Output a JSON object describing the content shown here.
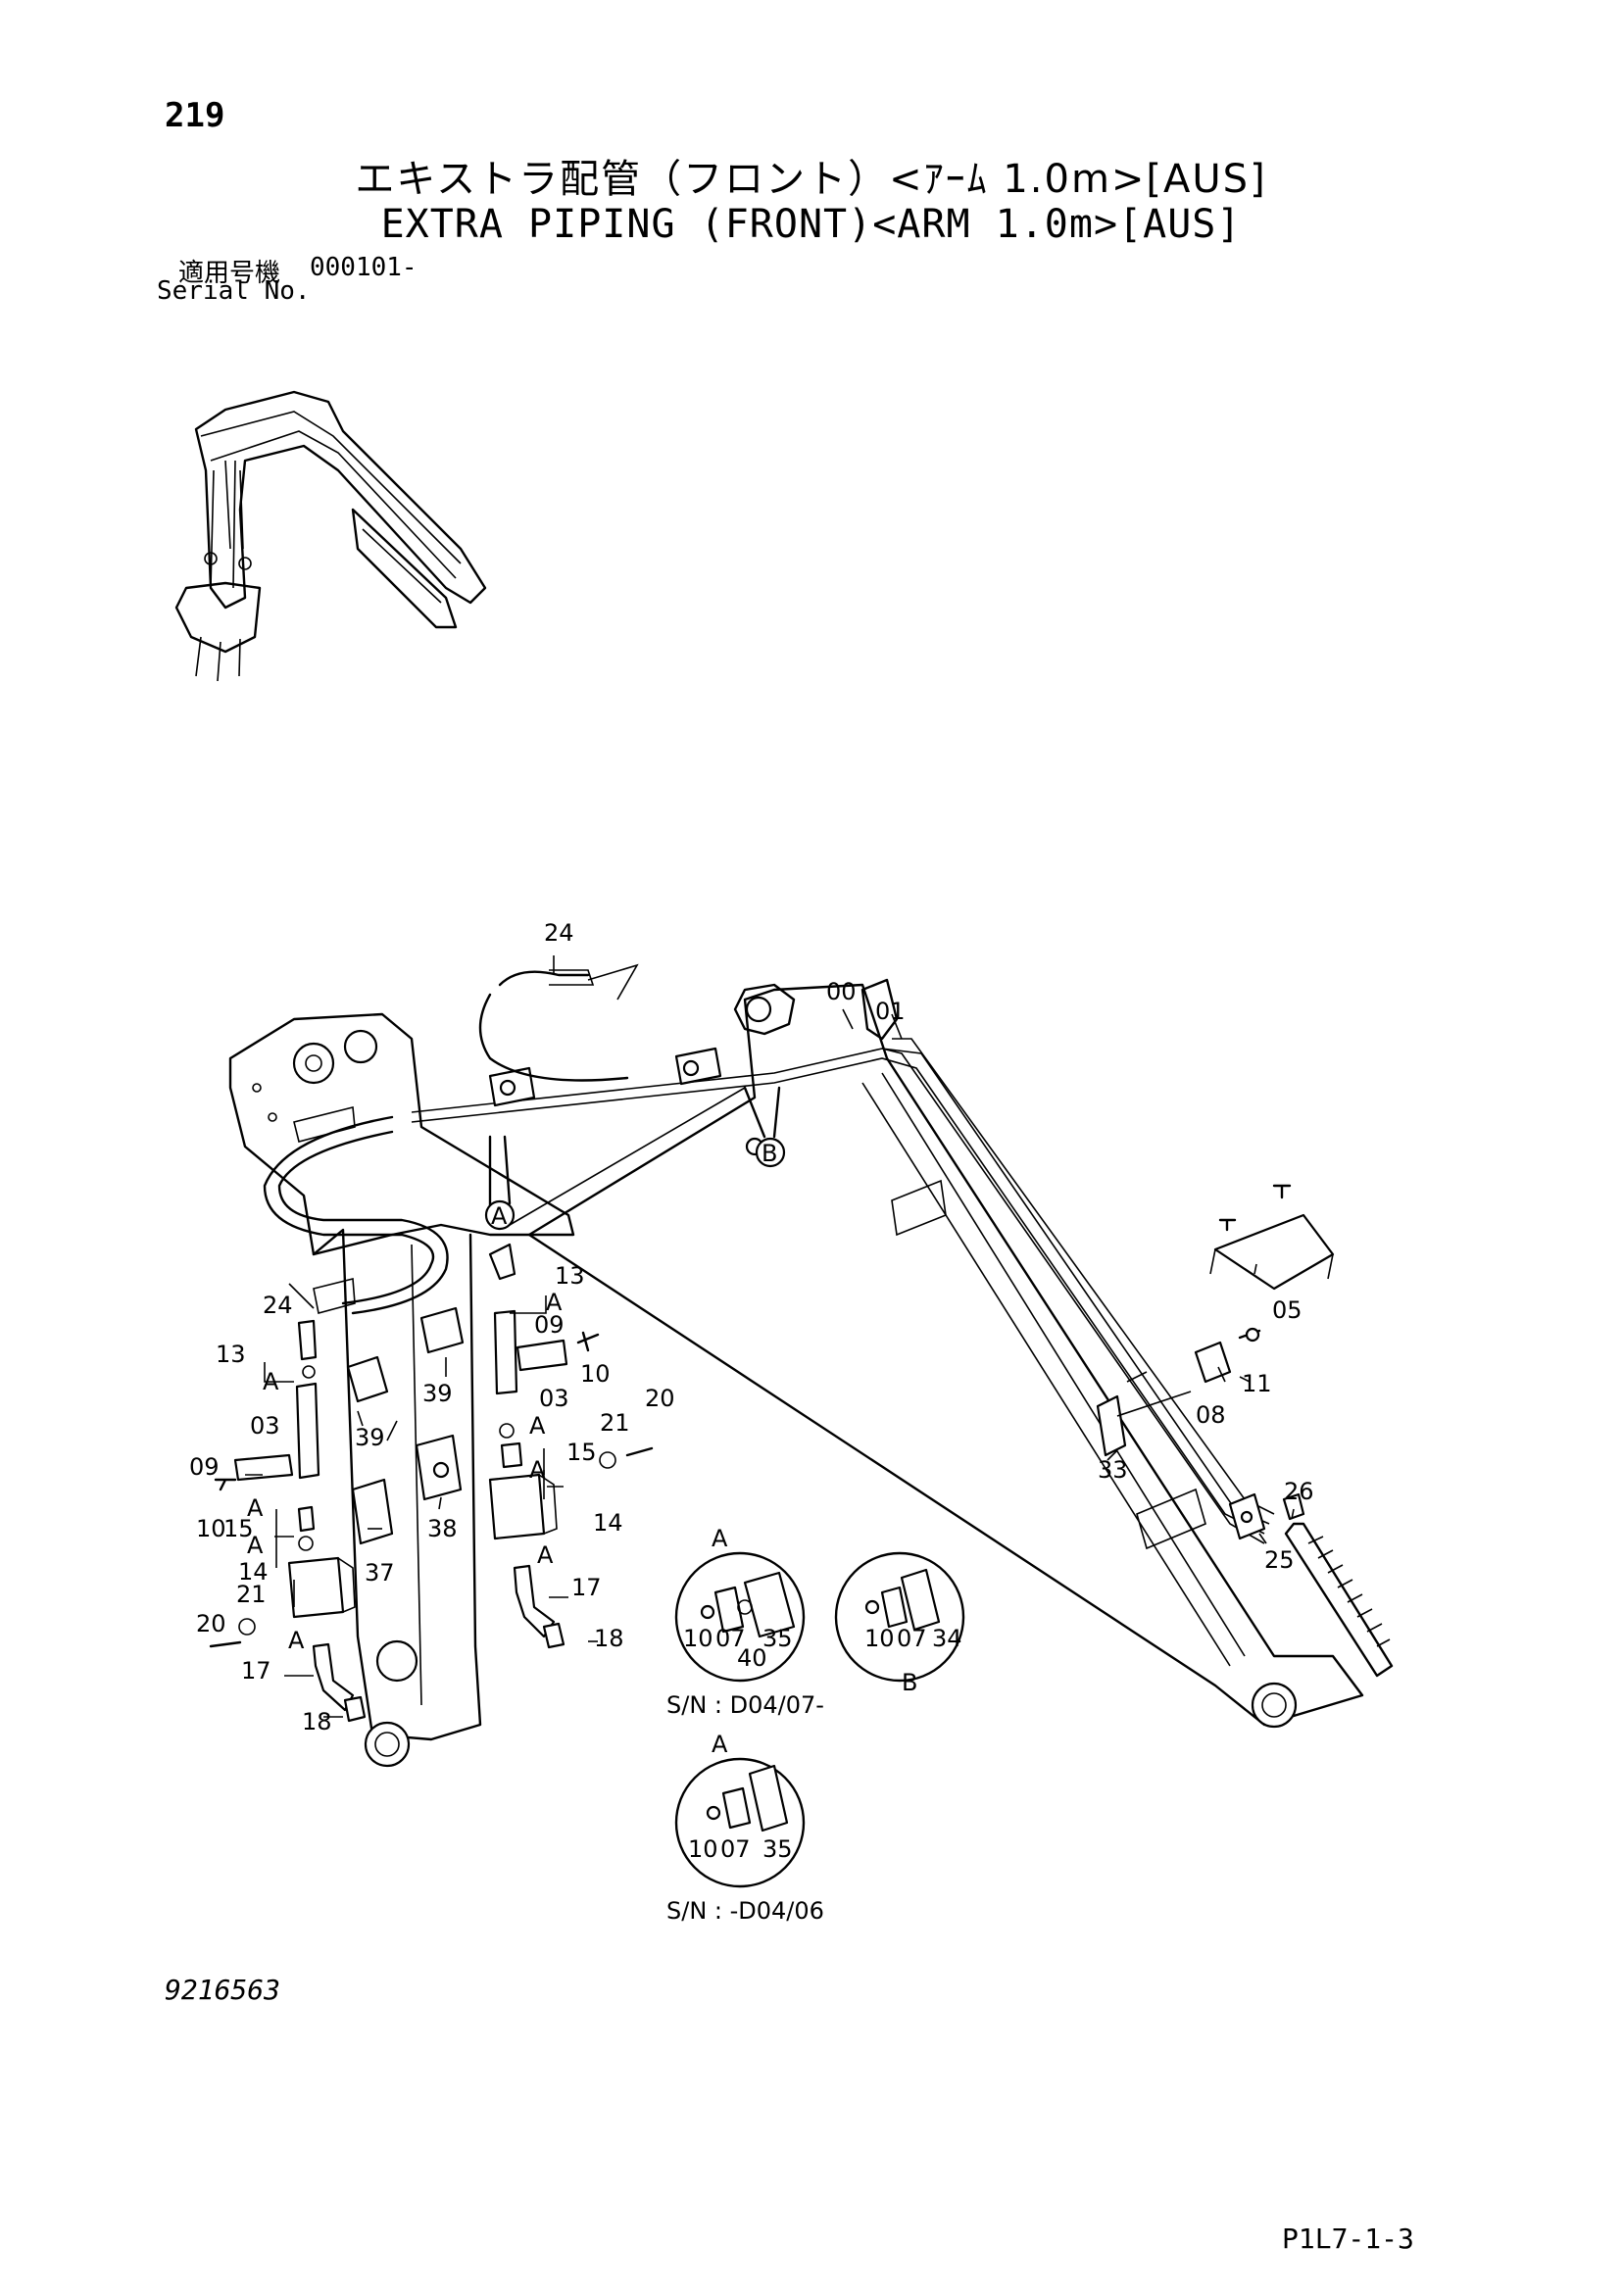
{
  "header": {
    "page_number": "219",
    "title_jp": "エキストラ配管（フロント）<ｱｰﾑ 1.0m>[AUS]",
    "title_en": "EXTRA PIPING (FRONT)<ARM 1.0m>[AUS]",
    "serial_label_jp": "適用号機",
    "serial_value": "000101-",
    "serial_label_en": "Serial No."
  },
  "callouts": {
    "c00": "00",
    "c01": "01",
    "c03a": "03",
    "c03b": "03",
    "c05": "05",
    "c08": "08",
    "c09a": "09",
    "c09b": "09",
    "c10a": "10",
    "c10b": "10",
    "c11": "11",
    "c13a": "13",
    "c13b": "13",
    "c14a": "14",
    "c14b": "14",
    "c15a": "15",
    "c15b": "15",
    "c17a": "17",
    "c17b": "17",
    "c18a": "18",
    "c18b": "18",
    "c20a": "20",
    "c20b": "20",
    "c21a": "21",
    "c21b": "21",
    "c24a": "24",
    "c24b": "24",
    "c25": "25",
    "c26": "26",
    "c33": "33",
    "c37": "37",
    "c38": "38",
    "c39a": "39",
    "c39b": "39",
    "markA": "A",
    "markB": "B"
  },
  "details": {
    "detailA1": {
      "mark": "A",
      "parts": [
        "10",
        "07",
        "40",
        "35"
      ]
    },
    "detailB": {
      "mark": "B",
      "parts": [
        "10",
        "07",
        "34"
      ]
    },
    "serial_range_1": "S/N : D04/07-",
    "detailA2": {
      "mark": "A",
      "parts": [
        "10",
        "07",
        "35"
      ]
    },
    "serial_range_2": "S/N : -D04/06"
  },
  "footer": {
    "drawing_number": "9216563",
    "page_code": "P1L7-1-3"
  }
}
